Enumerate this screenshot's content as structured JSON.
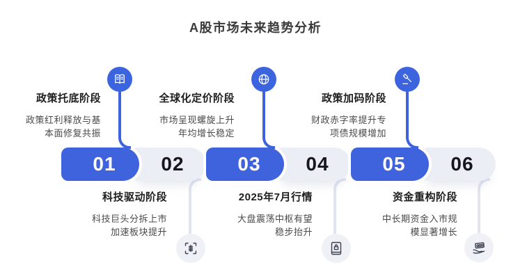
{
  "title": "A股市场未来趋势分析",
  "colors": {
    "accent_blue": "#3E63DC",
    "light_segment": "#ECEEF5",
    "light_connector": "#E2E5F0",
    "bottom_badge_bg": "#EFF1F7",
    "number_dark": "#15171C",
    "background": "#FFFFFF"
  },
  "stages": [
    {
      "number": "01",
      "title": "政策托底阶段",
      "description": "政策红利释放与基\n本面修复共振",
      "icon": "open-book-icon",
      "position": "top",
      "variant": "blue"
    },
    {
      "number": "02",
      "title": "科技驱动阶段",
      "description": "科技巨头分拆上市\n加速板块提升",
      "icon": "scan-frame-icon",
      "position": "bottom",
      "variant": "light"
    },
    {
      "number": "03",
      "title": "全球化定价阶段",
      "description": "市场呈现螺旋上升\n年均增长稳定",
      "icon": "globe-icon",
      "position": "top",
      "variant": "blue"
    },
    {
      "number": "04",
      "title": "2025年7月行情",
      "description": "大盘震荡中枢有望\n稳步抬升",
      "icon": "ledger-lock-icon",
      "position": "bottom",
      "variant": "light"
    },
    {
      "number": "05",
      "title": "政策加码阶段",
      "description": "财政赤字率提升专\n项债规模增加",
      "icon": "gavel-icon",
      "position": "top",
      "variant": "blue"
    },
    {
      "number": "06",
      "title": "资金重构阶段",
      "description": "中长期资金入市规\n模显著增长",
      "icon": "money-hand-icon",
      "position": "bottom",
      "variant": "light"
    }
  ]
}
